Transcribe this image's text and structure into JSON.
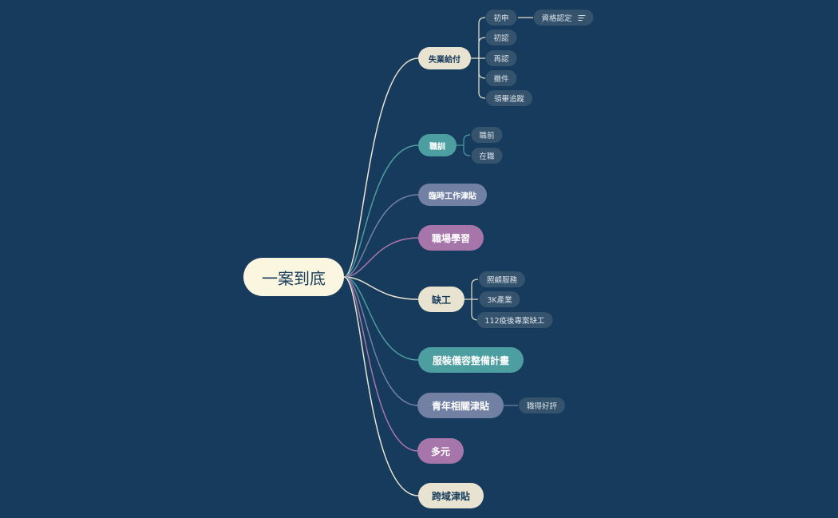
{
  "map": {
    "root": "一案到底",
    "branches": [
      {
        "label": "失業給付",
        "children": [
          "初申",
          "初認",
          "再認",
          "撤件",
          "領畢追蹤"
        ],
        "grandchild": "資格認定"
      },
      {
        "label": "職訓",
        "children": [
          "職前",
          "在職"
        ]
      },
      {
        "label": "臨時工作津貼"
      },
      {
        "label": "職場學習"
      },
      {
        "label": "缺工",
        "children": [
          "照顧服務",
          "3K產業",
          "112疫後專案缺工"
        ]
      },
      {
        "label": "服裝儀容整備計畫"
      },
      {
        "label": "青年相關津貼",
        "children": [
          "職得好評"
        ]
      },
      {
        "label": "多元"
      },
      {
        "label": "跨域津貼"
      }
    ]
  },
  "colors": {
    "background": "#173b5c",
    "root": "#fbf6df",
    "cream": "#e8e3d0",
    "teal": "#4c9ea0",
    "slate": "#7281a3",
    "purple": "#a675a9",
    "sub": "#35536d"
  },
  "icons": {
    "note": "note-lines-icon"
  }
}
